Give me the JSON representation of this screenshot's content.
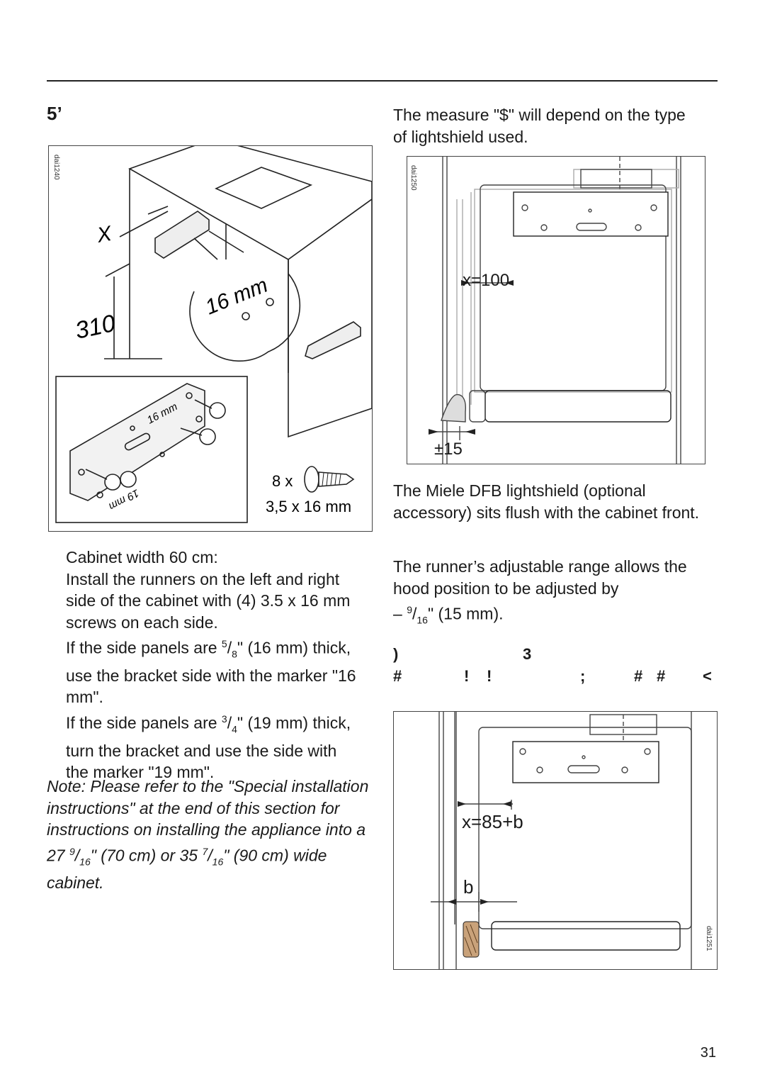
{
  "section_code": "5’",
  "figure1": {
    "id": "dai1240",
    "dim_x": "X",
    "dim_310": "310",
    "dim_16mm": "16 mm",
    "bracket_mark_16": "16 mm",
    "bracket_mark_19": "19 mm",
    "screw_count": "8 x",
    "screw_size": "3,5 x 16 mm"
  },
  "left_text": {
    "line1": "Cabinet width 60 cm:",
    "para_a": "Install the runners on the left and right side of the cabinet with (4) 3.5 x 16 mm screws on each side.",
    "p16_pre": "If the side panels are ",
    "p16_num": "5",
    "p16_den": "8",
    "p16_post": "\" (16 mm) thick, use the bracket side with the marker \"16 mm\".",
    "p19_pre": "If the side panels are ",
    "p19_num": "3",
    "p19_den": "4",
    "p19_post": "\" (19 mm) thick, turn the bracket and use the side with the marker \"19 mm\"."
  },
  "note": {
    "pre": "Note: Please refer to the \"Special installation instructions\" at the end of this section for instructions on installing the appliance into a  27 ",
    "num1": "9",
    "den1": "16",
    "mid": "\"  (70 cm) or 35 ",
    "num2": "7",
    "den2": "16",
    "post": "\" (90 cm) wide cabinet."
  },
  "right_text": {
    "measure": "The measure \"$\" will depend on the type of lightshield used.",
    "miele": "The Miele DFB lightshield (optional accessory) sits flush with the cabinet front.",
    "runner": "The runner’s adjustable range allows the hood position to be adjusted by",
    "range_pre": "– ",
    "range_num": "9",
    "range_den": "16",
    "range_post": "\" (15 mm)."
  },
  "figure2": {
    "id": "dai1250",
    "x_label": "x=100",
    "pm_label": "±15"
  },
  "figure3": {
    "id": "dai1251",
    "x_label": "x=85+b",
    "b_label": "b"
  },
  "symbol_rows": {
    "row1": [
      ")",
      "3"
    ],
    "row2": [
      "#",
      "!",
      "!",
      ";",
      "#",
      "#",
      "<"
    ]
  },
  "page_number": "31"
}
